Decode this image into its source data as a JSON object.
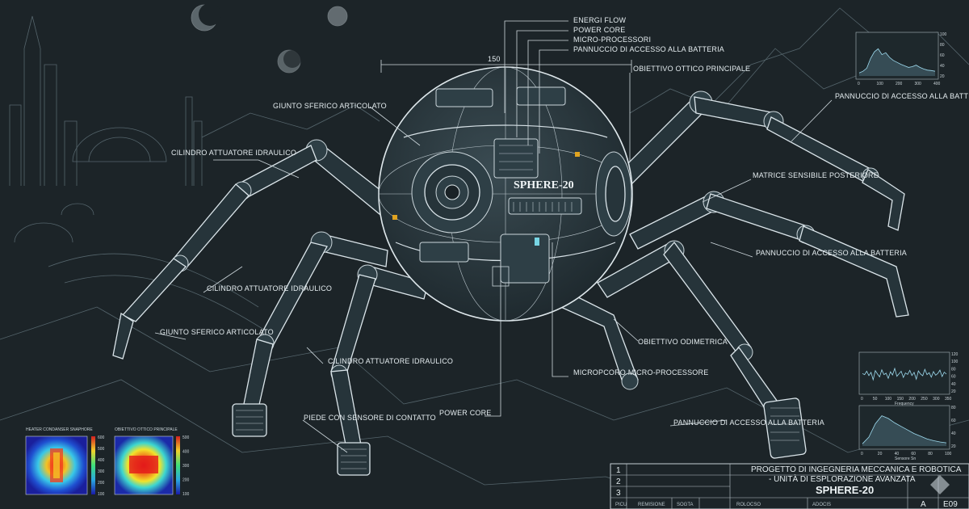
{
  "diagram": {
    "name": "SPHERE-20",
    "dimension": "150",
    "callouts_top": [
      "ENERGI FLOW",
      "POWER CORE",
      "MICRO-PROCESSORI",
      "PANNUCCIO DI ACCESSO ALLA BATTERIA"
    ],
    "labels": {
      "obiettivo_ottico": "OBIETTIVO OTTICO PRINCIPALE",
      "giunto_top": "GIUNTO SFERICO ARTICOLATO",
      "cilindro_top": "CILINDRO ATTUATORE IDRAULICO",
      "pannuccio_right_top": "PANNUCCIO DI ACCESSO ALLA BATTERIA",
      "matrice": "MATRICE SENSIBILE POSTERIORE",
      "pannuccio_right_mid": "PANNUCCIO DI ACCESSO ALLA BATTERIA",
      "cilindro_left": "CILINDRO ATTUATORE IDRAULICO",
      "giunto_left": "GIUNTO SFERICO ARTICOLATO",
      "obiettivo_odometrico": "OBIETTIVO ODIMETRICA",
      "cilindro_bottom": "CILINDRO ATTUATORE IDRAULICO",
      "micropcoro": "MICROPCORO MICRO-PROCESSORE",
      "piede": "PIEDE CON SENSORE DI CONTATTO",
      "power_core": "POWER CORE",
      "pannuccio_right_bottom": "PANNUCCIO DI ACCESSO ALLA BATTERIA"
    },
    "heatmaps": [
      {
        "title": "HEATER CONDANSER SNAPHORE",
        "scale": [
          "600",
          "500",
          "400",
          "300",
          "200",
          "100"
        ]
      },
      {
        "title": "OBIETTIVO OTTICO PRINCIPALE",
        "scale": [
          "500",
          "400",
          "300",
          "200",
          "100"
        ]
      }
    ]
  },
  "chart_data": [
    {
      "type": "area",
      "x_ticks": [
        "0",
        "100",
        "200",
        "300",
        "400"
      ],
      "y_ticks": [
        "100",
        "80",
        "60",
        "40",
        "20"
      ],
      "x": [
        0,
        20,
        40,
        60,
        80,
        100,
        120,
        140,
        160,
        180,
        200,
        220,
        240,
        260,
        280,
        300,
        320,
        340,
        360,
        380,
        400
      ],
      "values": [
        8,
        12,
        20,
        45,
        62,
        70,
        55,
        60,
        48,
        40,
        35,
        30,
        26,
        22,
        24,
        28,
        22,
        18,
        15,
        14,
        12
      ]
    },
    {
      "type": "line",
      "xlabel": "Frequency",
      "x_ticks": [
        "0",
        "50",
        "100",
        "150",
        "200",
        "250",
        "300",
        "350"
      ],
      "y_ticks": [
        "120",
        "100",
        "80",
        "60",
        "40",
        "20"
      ],
      "values": [
        62,
        58,
        70,
        55,
        66,
        40,
        72,
        60,
        50,
        75,
        58,
        63,
        45,
        68,
        57,
        80,
        52,
        61,
        70,
        48,
        64,
        59,
        73,
        55,
        66,
        42,
        71,
        60,
        54,
        77,
        58,
        65,
        49,
        69,
        56,
        62,
        74,
        51,
        67,
        60
      ]
    },
    {
      "type": "area",
      "xlabel": "Sensore Sn",
      "x_ticks": [
        "0",
        "20",
        "40",
        "60",
        "80",
        "100"
      ],
      "y_ticks": [
        "80",
        "60",
        "40",
        "20"
      ],
      "x": [
        0,
        5,
        10,
        15,
        20,
        25,
        30,
        40,
        50,
        60,
        70,
        80,
        90,
        100
      ],
      "values": [
        5,
        20,
        50,
        68,
        62,
        52,
        44,
        36,
        28,
        22,
        16,
        12,
        9,
        7
      ]
    }
  ],
  "title_block": {
    "rows": [
      "1",
      "2",
      "3",
      "A"
    ],
    "project": "PROGETTO DI INGEGNERIA MECCANICA E ROBOTICA",
    "subtitle": "- UNITÀ DI ESPLORAZIONE AVANZATA",
    "name": "SPHERE-20",
    "footer": [
      "PICU",
      "REMISIONE",
      "SOGTA",
      "ROLOCSO",
      "ADOCIS",
      "A",
      "E09"
    ]
  }
}
